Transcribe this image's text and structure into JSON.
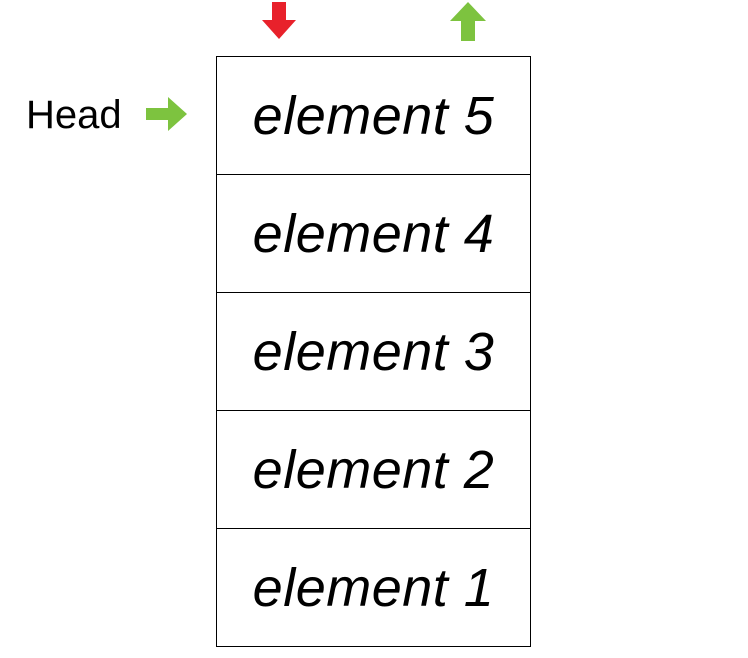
{
  "colors": {
    "push_arrow": "#e8212b",
    "pop_arrow": "#7dc33f",
    "head_arrow": "#7dc33f",
    "border": "#000000",
    "text": "#000000"
  },
  "icons": {
    "push": "arrow-down-icon",
    "pop": "arrow-up-icon",
    "head": "arrow-right-icon"
  },
  "head_label": "Head",
  "stack": {
    "elements": [
      "element 5",
      "element 4",
      "element 3",
      "element 2",
      "element 1"
    ]
  }
}
